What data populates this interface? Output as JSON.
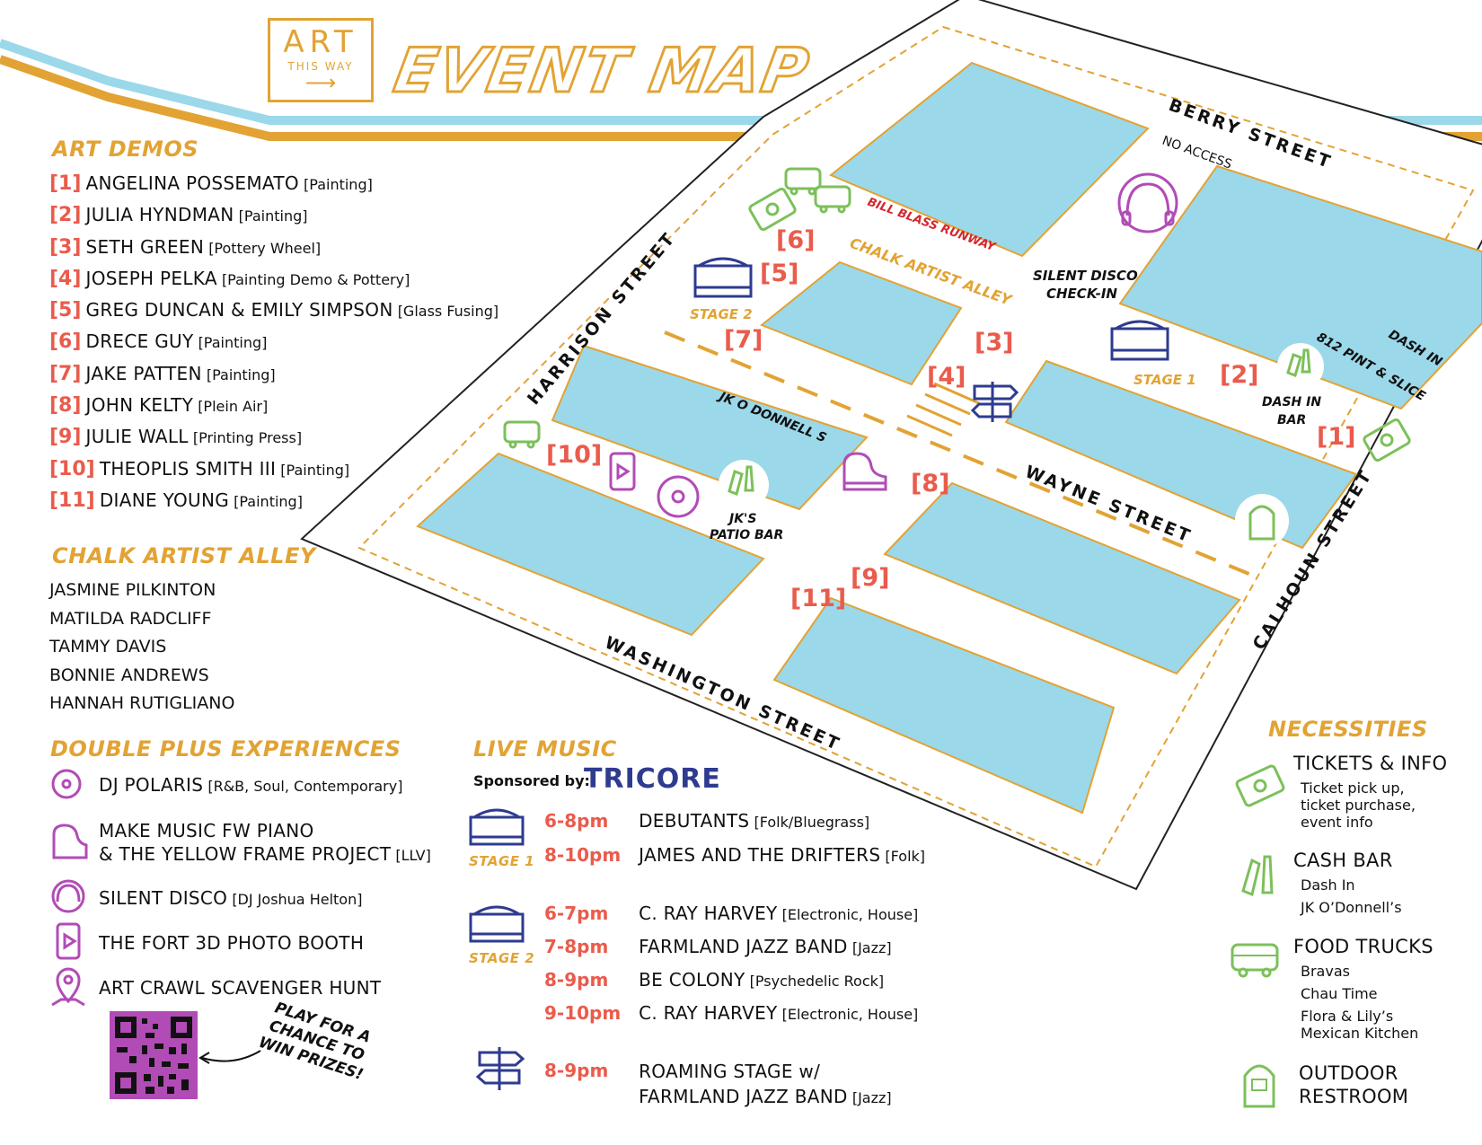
{
  "header": {
    "logo_line1": "ART",
    "logo_line2": "THIS WAY",
    "title": "EVENT MAP"
  },
  "art_demos": {
    "title": "ART DEMOS",
    "items": [
      {
        "num": "[1]",
        "name": "ANGELINA POSSEMATO",
        "medium": "[Painting]"
      },
      {
        "num": "[2]",
        "name": "JULIA HYNDMAN",
        "medium": "[Painting]"
      },
      {
        "num": "[3]",
        "name": "SETH GREEN",
        "medium": "[Pottery Wheel]"
      },
      {
        "num": "[4]",
        "name": "JOSEPH PELKA",
        "medium": "[Painting Demo & Pottery]"
      },
      {
        "num": "[5]",
        "name": "GREG DUNCAN & EMILY SIMPSON",
        "medium": "[Glass Fusing]"
      },
      {
        "num": "[6]",
        "name": "DRECE GUY",
        "medium": "[Painting]"
      },
      {
        "num": "[7]",
        "name": "JAKE PATTEN",
        "medium": "[Painting]"
      },
      {
        "num": "[8]",
        "name": "JOHN KELTY",
        "medium": "[Plein Air]"
      },
      {
        "num": "[9]",
        "name": "JULIE WALL",
        "medium": "[Printing Press]"
      },
      {
        "num": "[10]",
        "name": "THEOPLIS SMITH III",
        "medium": "[Painting]"
      },
      {
        "num": "[11]",
        "name": "DIANE YOUNG",
        "medium": "[Painting]"
      }
    ]
  },
  "chalk_artist_alley": {
    "title": "CHALK ARTIST ALLEY",
    "artists": [
      "JASMINE PILKINTON",
      "MATILDA RADCLIFF",
      "TAMMY DAVIS",
      "BONNIE ANDREWS",
      "HANNAH RUTIGLIANO"
    ]
  },
  "double_plus": {
    "title": "DOUBLE PLUS EXPERIENCES",
    "dj": {
      "name": "DJ POLARIS",
      "detail": "[R&B, Soul, Contemporary]"
    },
    "piano": {
      "line1": "MAKE MUSIC FW PIANO",
      "line2": "& THE YELLOW FRAME PROJECT",
      "detail": "[LLV]"
    },
    "disco": {
      "name": "SILENT DISCO",
      "detail": "[DJ Joshua Helton]"
    },
    "booth": {
      "name": "THE FORT 3D PHOTO BOOTH"
    },
    "hunt": {
      "name": "ART CRAWL SCAVENGER HUNT"
    },
    "prize_note": "PLAY FOR A CHANCE TO WIN PRIZES!"
  },
  "live_music": {
    "title": "LIVE MUSIC",
    "sponsor_label": "Sponsored by:",
    "sponsor": "TRICORE",
    "stage1_label": "STAGE 1",
    "stage2_label": "STAGE 2",
    "stage1": [
      {
        "time": "6-8pm",
        "act": "DEBUTANTS",
        "genre": "[Folk/Bluegrass]"
      },
      {
        "time": "8-10pm",
        "act": "JAMES AND THE DRIFTERS",
        "genre": "[Folk]"
      }
    ],
    "stage2": [
      {
        "time": "6-7pm",
        "act": "C. RAY HARVEY",
        "genre": "[Electronic, House]"
      },
      {
        "time": "7-8pm",
        "act": "FARMLAND JAZZ BAND",
        "genre": "[Jazz]"
      },
      {
        "time": "8-9pm",
        "act": "BE COLONY",
        "genre": "[Psychedelic Rock]"
      },
      {
        "time": "9-10pm",
        "act": "C. RAY HARVEY",
        "genre": "[Electronic, House]"
      }
    ],
    "roaming": {
      "time": "8-9pm",
      "line1": "ROAMING STAGE w/",
      "line2": "FARMLAND JAZZ BAND",
      "genre": "[Jazz]"
    }
  },
  "necessities": {
    "title": "NECESSITIES",
    "tickets": {
      "title": "TICKETS & INFO",
      "lines": [
        "Ticket pick up,",
        "ticket purchase,",
        "event info"
      ]
    },
    "bar": {
      "title": "CASH BAR",
      "lines": [
        "Dash In",
        "JK O’Donnell’s"
      ]
    },
    "food": {
      "title": "FOOD TRUCKS",
      "lines": [
        "Bravas",
        "Chau Time",
        "Flora & Lily’s",
        "Mexican Kitchen"
      ]
    },
    "restroom": {
      "line1": "OUTDOOR",
      "line2": "RESTROOM"
    }
  },
  "map": {
    "streets": {
      "berry": "BERRY STREET",
      "harrison": "HARRISON STREET",
      "wayne": "WAYNE STREET",
      "calhoun": "CALHOUN STREET",
      "washington": "WASHINGTON STREET"
    },
    "labels": {
      "no_access": "NO ACCESS",
      "runway": "BILL BLASS RUNWAY",
      "chalk": "CHALK ARTIST ALLEY",
      "disco1": "SILENT DISCO",
      "disco2": "CHECK-IN",
      "stage2": "STAGE 2",
      "stage1": "STAGE 1",
      "dash1": "DASH IN",
      "dash2": "812 PINT & SLICE",
      "dashbar1": "DASH IN",
      "dashbar2": "BAR",
      "jk": "JK O DONNELL S",
      "patio1": "JK'S",
      "patio2": "PATIO BAR"
    },
    "markers": [
      "[1]",
      "[2]",
      "[3]",
      "[4]",
      "[5]",
      "[6]",
      "[7]",
      "[8]",
      "[9]",
      "[10]",
      "[11]"
    ]
  },
  "colors": {
    "gold": "#e2a334",
    "red": "#ea5b4c",
    "block": "#9bd8ea",
    "navy": "#2e3b8f",
    "green": "#7cc05a",
    "purple": "#b14cb6"
  }
}
